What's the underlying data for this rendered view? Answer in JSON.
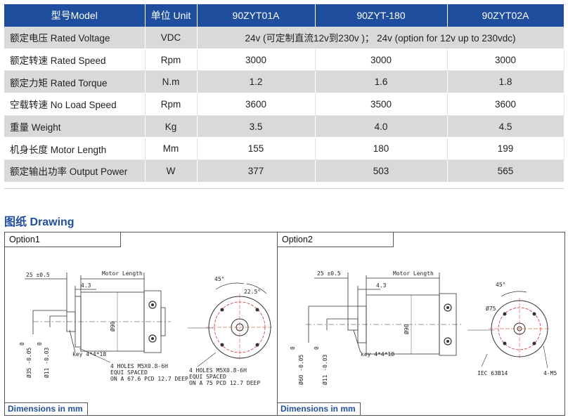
{
  "table": {
    "headers": [
      "型号Model",
      "单位 Unit",
      "90ZYT01A",
      "90ZYT-180",
      "90ZYT02A"
    ],
    "rows": [
      {
        "label": "额定电压 Rated Voltage",
        "unit": "VDC",
        "merged": "24v (可定制直流12v到230v )； 24v (option for 12v up to 230vdc)"
      },
      {
        "label": "额定转速 Rated Speed",
        "unit": "Rpm",
        "values": [
          "3000",
          "3000",
          "3000"
        ]
      },
      {
        "label": "额定力矩 Rated Torque",
        "unit": "N.m",
        "values": [
          "1.2",
          "1.6",
          "1.8"
        ]
      },
      {
        "label": "空载转速 No Load Speed",
        "unit": "Rpm",
        "values": [
          "3600",
          "3500",
          "3600"
        ]
      },
      {
        "label": "重量 Weight",
        "unit": "Kg",
        "values": [
          "3.5",
          "4.0",
          "4.5"
        ]
      },
      {
        "label": "机身长度 Motor Length",
        "unit": "Mm",
        "values": [
          "155",
          "180",
          "199"
        ]
      },
      {
        "label": "额定输出功率 Output Power",
        "unit": "W",
        "values": [
          "377",
          "503",
          "565"
        ]
      }
    ]
  },
  "drawing": {
    "title": "图纸 Drawing",
    "colors": {
      "accent": "#1f4e9e",
      "header_bg": "#1f4e9e",
      "row_alt": "#d9d9da",
      "pcd_circle": "#d0312d"
    },
    "option1": {
      "label": "Option1",
      "footer": "Dimensions in mm",
      "dims": {
        "tol": "25 ±0.5",
        "len": "Motor Length",
        "step": "4.3",
        "dia_body": "Ø90",
        "dia_shaft_a": "0",
        "dia_shaft_b": "Ø35 -0.05",
        "dia_key_a": "0",
        "dia_key_b": "Ø11 -0.03",
        "key": "key 4*4*18",
        "holes_front": [
          "4 HOLES M5X0.8-6H",
          "EQUI SPACED",
          "ON A 67.6 PCD 12.7 DEEP"
        ],
        "holes_end": [
          "4 HOLES M5X0.8-6H",
          "EQUI SPACED",
          "ON A 75 PCD 12.7 DEEP"
        ],
        "ang1": "45°",
        "ang2": "22.5°"
      }
    },
    "option2": {
      "label": "Option2",
      "footer": "Dimensions in mm",
      "dims": {
        "tol": "25 ±0.5",
        "len": "Motor Length",
        "step": "4.3",
        "dia_body": "Ø90",
        "dia_shaft_a": "0",
        "dia_shaft_b": "Ø60 -0.05",
        "dia_key_a": "0",
        "dia_key_b": "Ø11 -0.03",
        "key": "key 4*4*18",
        "dia_pcd": "Ø75",
        "ang": "45°",
        "iec": "IEC 63B14",
        "thread": "4-M5"
      }
    }
  }
}
